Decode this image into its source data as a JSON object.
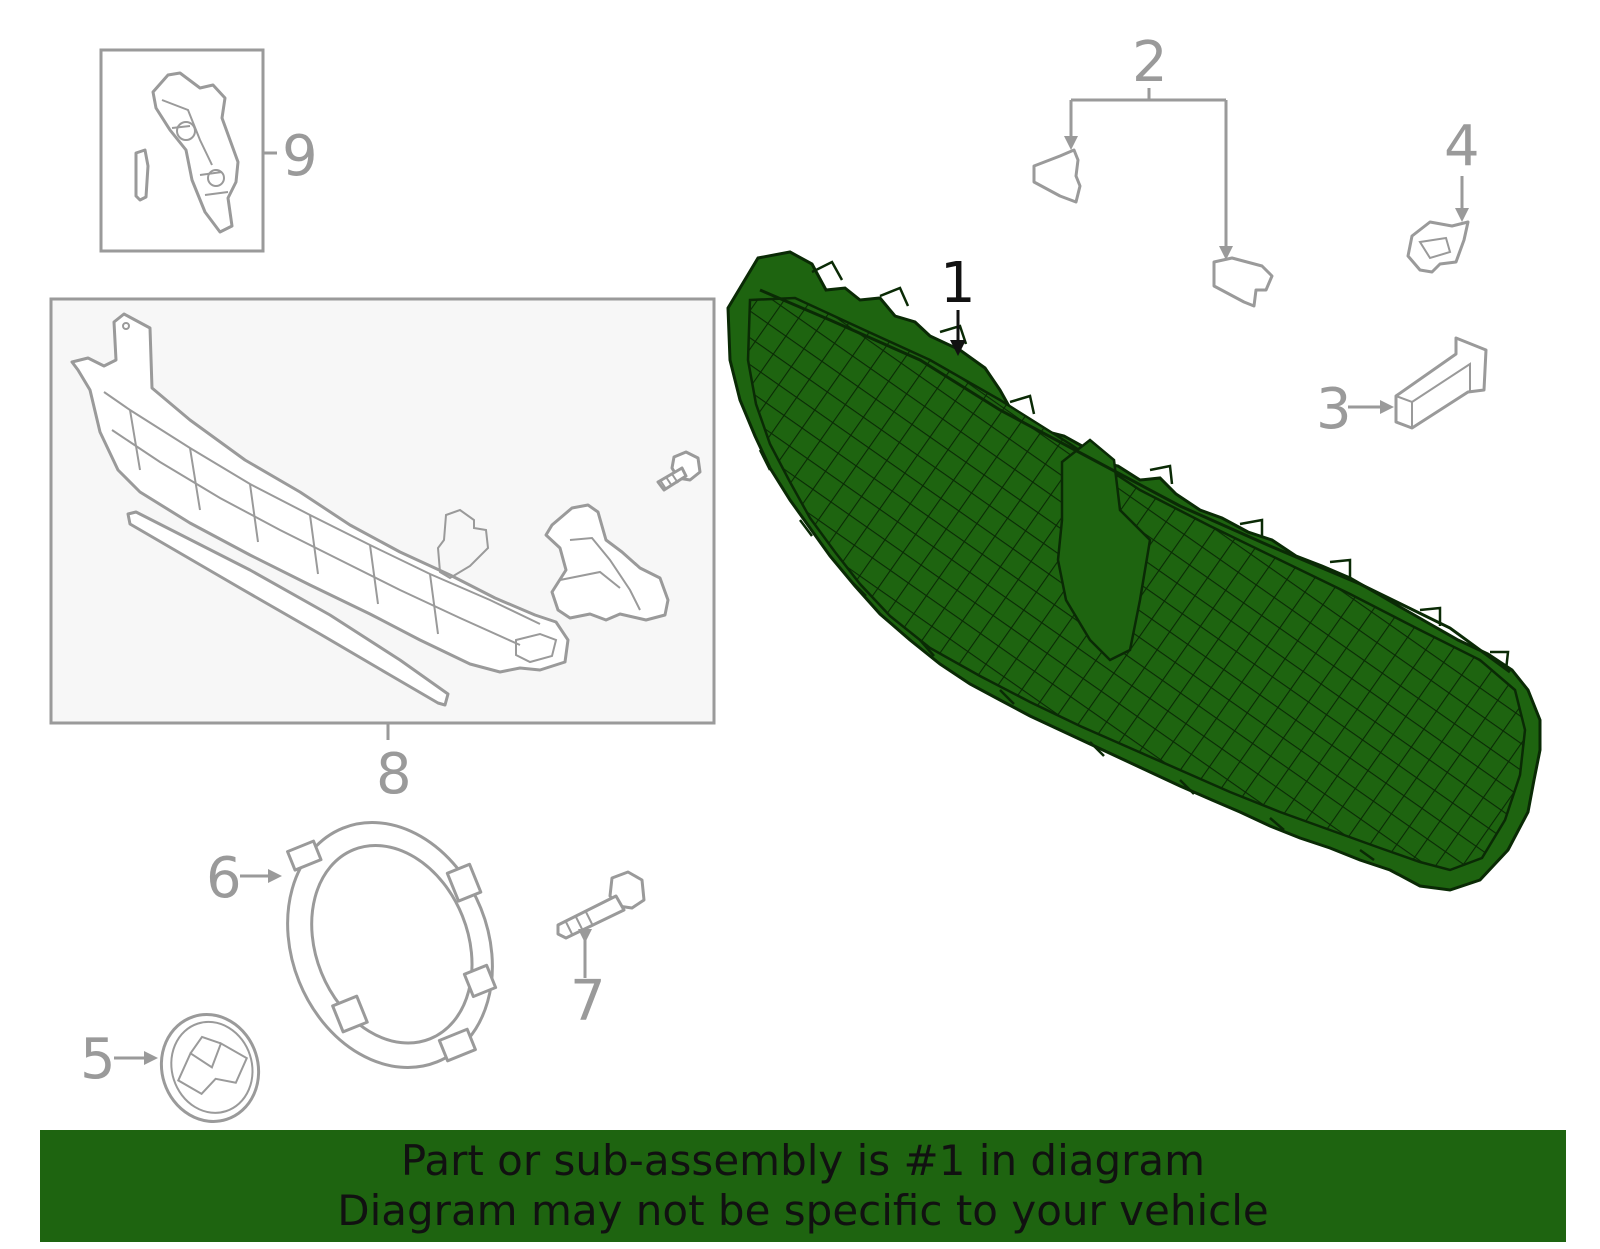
{
  "callouts": {
    "c1": "1",
    "c2": "2",
    "c3": "3",
    "c4": "4",
    "c5": "5",
    "c6": "6",
    "c7": "7",
    "c8": "8",
    "c9": "9"
  },
  "highlighted_part": "1",
  "footer": {
    "line1": "Part or sub-assembly is #1 in diagram",
    "line2": "Diagram may not be specific to your vehicle"
  },
  "colors": {
    "highlight": "#1e6410",
    "banner": "#1e6410",
    "line": "#9a9a9a",
    "text": "#111111"
  }
}
